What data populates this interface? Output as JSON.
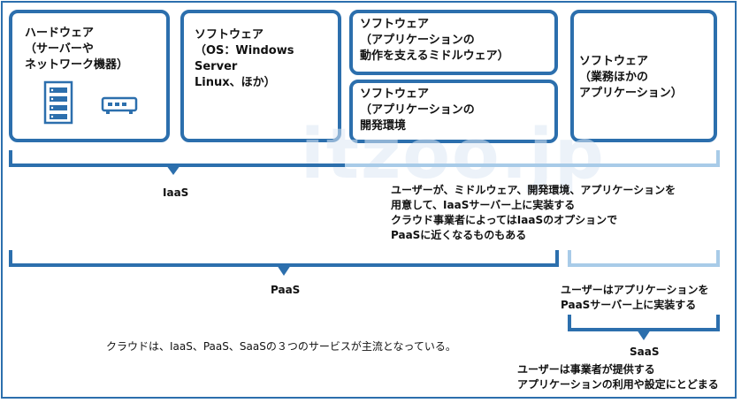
{
  "boxes": {
    "hardware": "ハードウェア\n（サーバーや\n ネットワーク機器）",
    "os": "ソフトウェア\n（OS：Windows Server\n  Linux、ほか）",
    "middleware": "ソフトウェア\n（アプリケーションの\n  動作を支えるミドルウェア）",
    "devenv": "ソフトウェア\n（アプリケーションの\n  開発環境",
    "business": "ソフトウェア\n（業務ほかの\n  アプリケーション）"
  },
  "labels": {
    "iaas": "IaaS",
    "iaas_note": "ユーザーが、ミドルウェア、開発環境、アプリケーションを\n用意して、IaaSサーバー上に実装する\nクラウド事業者によってはIaaSのオプションで\nPaaSに近くなるものもある",
    "paas": "PaaS",
    "paas_note": "ユーザーはアプリケーションを\nPaaSサーバー上に実装する",
    "saas": "SaaS",
    "saas_note": "ユーザーは事業者が提供する\nアプリケーションの利用や設定にとどまる",
    "summary": "クラウドは、IaaS、PaaS、SaaSの３つのサービスが主流となっている。"
  },
  "watermark": "itzoo.jp",
  "colors": {
    "primary": "#2c6fad",
    "light": "#a8cbe8"
  }
}
